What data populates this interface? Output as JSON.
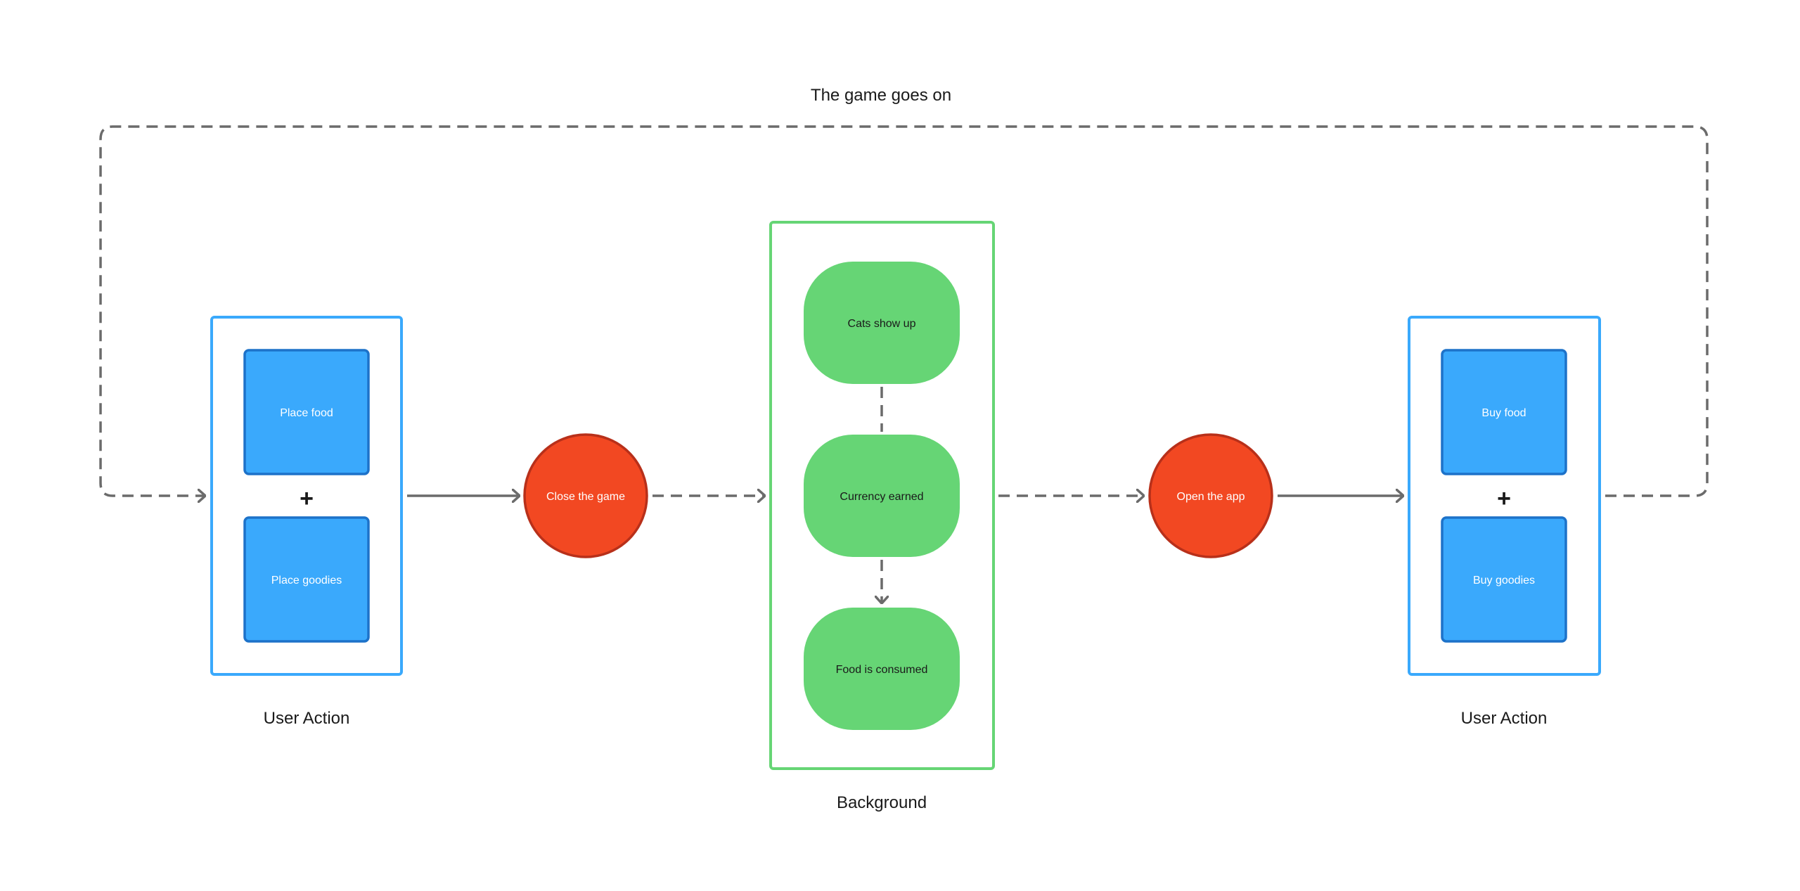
{
  "loop_label": "The game goes on",
  "left_group": {
    "caption": "User Action",
    "top_box": "Place food",
    "operator": "+",
    "bottom_box": "Place goodies"
  },
  "close_node": "Close the game",
  "background_group": {
    "caption": "Background",
    "steps": [
      "Cats show up",
      "Currency earned",
      "Food is consumed"
    ]
  },
  "open_node": "Open the app",
  "right_group": {
    "caption": "User Action",
    "top_box": "Buy food",
    "operator": "+",
    "bottom_box": "Buy goodies"
  },
  "colors": {
    "action_blue": "#3aa9fc",
    "action_blue_border": "#1d72c9",
    "group_blue_border": "#3aa9fc",
    "event_red": "#f24822",
    "event_red_border": "#b8301a",
    "background_green": "#66d575",
    "group_green_border": "#66d575",
    "connector_gray": "#6b6b6b"
  }
}
